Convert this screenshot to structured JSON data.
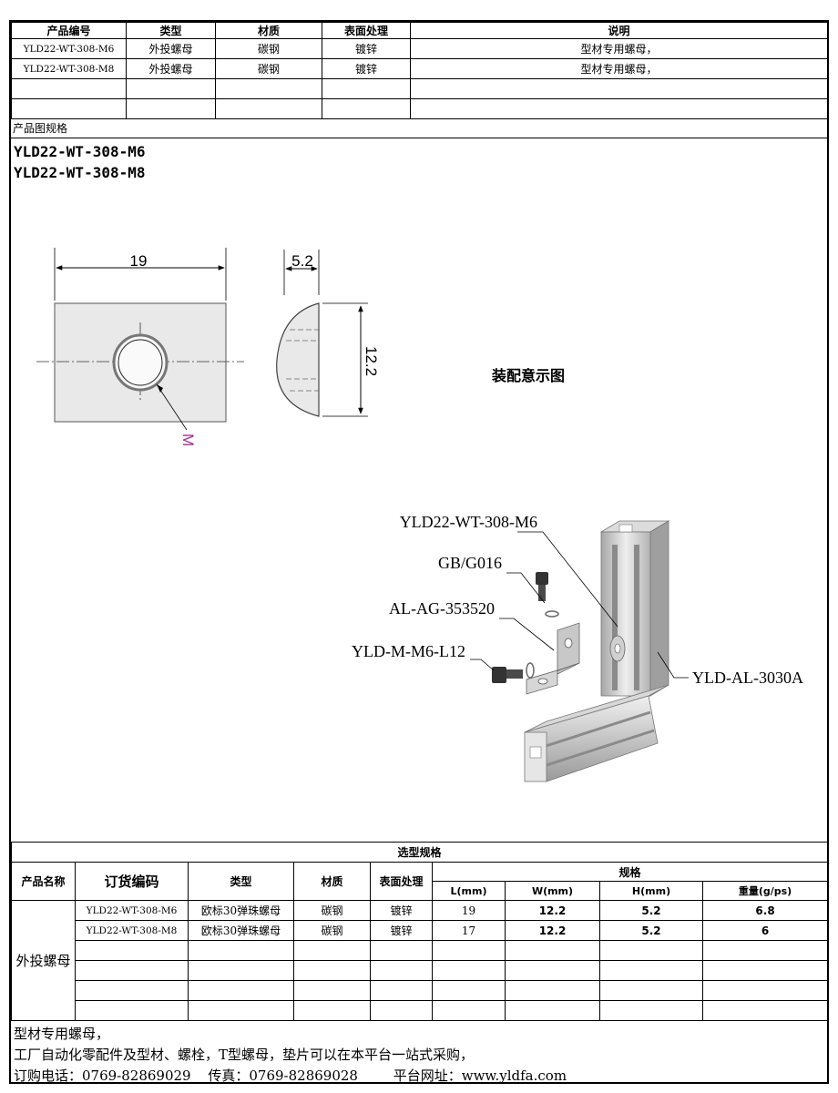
{
  "product_table": {
    "headers": [
      "产品编号",
      "类型",
      "材质",
      "表面处理",
      "说明"
    ],
    "rows": [
      [
        "YLD22-WT-308-M6",
        "外投螺母",
        "碳钢",
        "镀锌",
        "型材专用螺母，"
      ],
      [
        "YLD22-WT-308-M8",
        "外投螺母",
        "碳钢",
        "镀锌",
        "型材专用螺母，"
      ]
    ]
  },
  "section_label": "产品图规格",
  "models": [
    "YLD22-WT-308-M6",
    "YLD22-WT-308-M8"
  ],
  "drawing": {
    "dims": {
      "length": "19",
      "thickness": "5.2",
      "width": "12.2",
      "thread": "M"
    },
    "thread_color": "#a0308c"
  },
  "assembly": {
    "title": "装配意示图",
    "callouts": [
      "YLD22-WT-308-M6",
      "GB/G016",
      "AL-AG-353520",
      "YLD-M-M6-L12",
      "YLD-AL-3030A"
    ]
  },
  "selection": {
    "title": "选型规格",
    "spec_group": "规格",
    "headers": {
      "name": "产品名称",
      "code": "订货编码",
      "type": "类型",
      "material": "材质",
      "finish": "表面处理",
      "L": "L(mm)",
      "W": "W(mm)",
      "H": "H(mm)",
      "weight": "重量(g/ps)"
    },
    "product_name": "外投螺母",
    "rows": [
      {
        "code": "YLD22-WT-308-M6",
        "type": "欧标30弹珠螺母",
        "material": "碳钢",
        "finish": "镀锌",
        "L": "19",
        "W": "12.2",
        "H": "5.2",
        "weight": "6.8"
      },
      {
        "code": "YLD22-WT-308-M8",
        "type": "欧标30弹珠螺母",
        "material": "碳钢",
        "finish": "镀锌",
        "L": "17",
        "W": "12.2",
        "H": "5.2",
        "weight": "6"
      }
    ]
  },
  "footer": {
    "line1": "型材专用螺母，",
    "line2": "工厂自动化零配件及型材、螺栓，T型螺母，垫片可以在本平台一站式采购，",
    "phone": "订购电话：0769-82869029",
    "fax": "传真：0769-82869028",
    "site": "平台网址：www.yldfa.com"
  }
}
